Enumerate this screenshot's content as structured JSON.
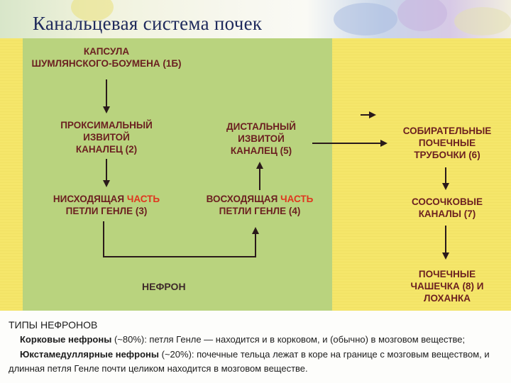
{
  "title": "Канальцевая система почек",
  "nephron": {
    "capsule": {
      "line1": "КАПСУЛА",
      "line2": "ШУМЛЯНСКОГО-БОУМЕНА",
      "code": "(1Б)"
    },
    "proximal": {
      "line1": "ПРОКСИМАЛЬНЫЙ",
      "line2": "ИЗВИТОЙ",
      "line3": "КАНАЛЕЦ",
      "code": "(2)"
    },
    "descending": {
      "word1": "НИСХОДЯЩАЯ",
      "word2": "ЧАСТЬ",
      "line2": "ПЕТЛИ ГЕНЛЕ",
      "code": "(3)"
    },
    "ascending": {
      "word1": "ВОСХОДЯЩАЯ",
      "word2": "ЧАСТЬ",
      "line2": "ПЕТЛИ ГЕНЛЕ",
      "code": "(4)"
    },
    "distal": {
      "line1": "ДИСТАЛЬНЫЙ",
      "line2": "ИЗВИТОЙ",
      "line3": "КАНАЛЕЦ",
      "code": "(5)"
    },
    "label": "НЕФРОН"
  },
  "collecting": {
    "ducts": {
      "line1": "СОБИРАТЕЛЬНЫЕ",
      "line2": "ПОЧЕЧНЫЕ",
      "line3": "ТРУБОЧКИ",
      "code": "(6)"
    },
    "papillary": {
      "line1": "СОСОЧКОВЫЕ",
      "line2": "КАНАЛЫ",
      "code": "(7)"
    },
    "calyx": {
      "line1": "ПОЧЕЧНЫЕ",
      "line2a": "ЧАШЕЧКА",
      "code": "(8)",
      "line2b": "И",
      "line3": "ЛОХАНКА"
    }
  },
  "types": {
    "heading": "ТИПЫ НЕФРОНОВ",
    "cortical_name": "Корковые нефроны",
    "cortical_text": " (~80%): петля Генле — находится и в корковом, и (обычно) в мозговом веществе;",
    "juxta_name": "Юкстамедуллярные нефроны",
    "juxta_text": " (~20%): почечные тельца лежат в коре на границе с мозговым веществом, и",
    "juxta_text2": "длинная петля Генле почти целиком находится в мозговом веществе."
  }
}
